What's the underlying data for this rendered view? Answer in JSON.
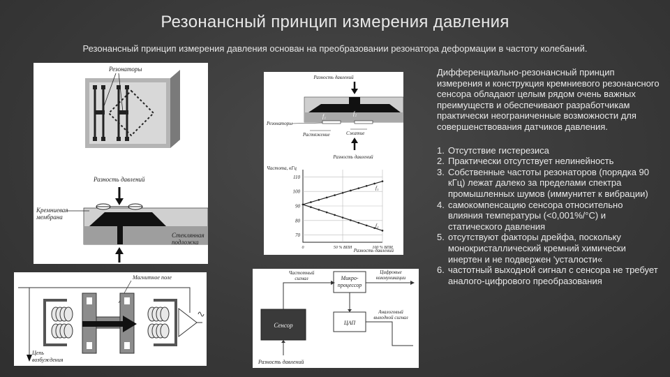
{
  "slide": {
    "title": "Резонансный принцип измерения давления",
    "subtitle": "Резонансный принцип измерения давления основан на преобразовании резонатора деформации в частоту колебаний."
  },
  "right_text": {
    "intro": "Дифференциально-резонансный принцип измерения и конструкция кремниевого резонансного сенсора обладают целым рядом очень важных преимуществ и обеспечивают разработчикам практически неограниченные возможности для совершенствования датчиков давления.",
    "advantages": [
      {
        "num": "1.",
        "text": "Отсутствие гистерезиса"
      },
      {
        "num": "2.",
        "text": "Практически отсутствует нелинейность"
      },
      {
        "num": "3.",
        "text": "Собственные частоты резонаторов (порядка 90 кГц) лежат далеко за пределами спектра промышленных шумов (иммунитет к вибрации)"
      },
      {
        "num": "4.",
        "text": "самокомпенсацию сенсора относительно влияния температуры (<0,001%/°C) и статического давления"
      },
      {
        "num": "5.",
        "text": "отсутствуют факторы дрейфа, поскольку монокристаллический кремний химически инертен и не подвержен 'усталости«"
      },
      {
        "num": "6.",
        "text": "частотный выходной сигнал с сенсора не требует аналого-цифрового преобразования"
      }
    ]
  },
  "fig1": {
    "resonators_label": "Резонаторы",
    "pressure_label": "Разность давлений",
    "membrane_label_1": "Кремниевая",
    "membrane_label_2": "мембрана",
    "glass_label_1": "Стеклянная",
    "glass_label_2": "подложка"
  },
  "fig2": {
    "top_label": "Разность давлений",
    "f1": "f₁",
    "f2": "f₂",
    "resonators_label": "Резонаторы",
    "stretch_label": "Растяжение",
    "compress_label": "Сжатие",
    "bottom_label": "Разность давлений"
  },
  "fig3": {
    "field_label": "Магнитное поле",
    "circuit_label_1": "Цепь",
    "circuit_label_2": "возбуждения"
  },
  "fig4": {
    "freq_signal_1": "Частотный",
    "freq_signal_2": "сигнал",
    "mcu_1": "Микро-",
    "mcu_2": "процессор",
    "digital_1": "Цифровые",
    "digital_2": "коммуникации",
    "analog_1": "Аналоговый",
    "analog_2": "выходной сигнал",
    "dac": "ЦАП",
    "sensor": "Сенсор",
    "pressure": "Разность давлений"
  },
  "chart_data": {
    "type": "line",
    "ylabel": "Частота, кГц",
    "xlabel": "Разность давлений",
    "y_ticks": [
      "110",
      "100",
      "90",
      "80",
      "70"
    ],
    "x_ticks": [
      "0",
      "50 % ВПИ",
      "100 % ВПИ"
    ],
    "ylim": [
      65,
      115
    ],
    "xlim": [
      0,
      100
    ],
    "grid": true,
    "series": [
      {
        "name": "f₁",
        "x": [
          0,
          100
        ],
        "y": [
          91,
          107
        ]
      },
      {
        "name": "f₂",
        "x": [
          0,
          100
        ],
        "y": [
          91,
          73
        ]
      }
    ]
  }
}
